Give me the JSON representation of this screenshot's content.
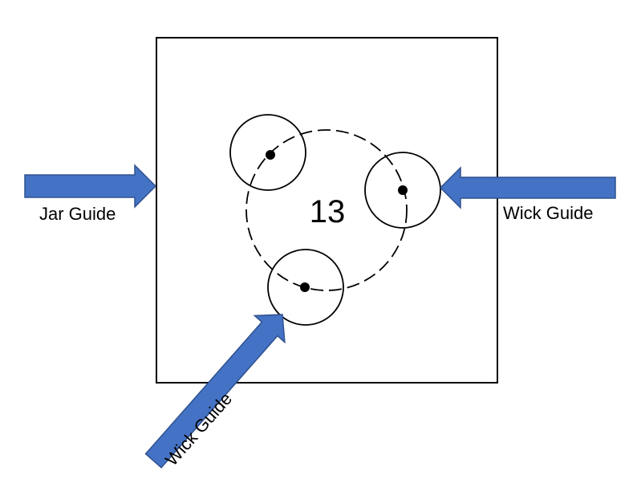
{
  "diagram": {
    "center_number": "13",
    "labels": {
      "jar_guide": "Jar Guide",
      "wick_guide_right": "Wick Guide",
      "wick_guide_bottom": "Wick Guide"
    },
    "colors": {
      "arrow_fill": "#4472c4",
      "arrow_stroke": "#2f528f",
      "line": "#000000",
      "background": "#ffffff"
    },
    "wick_hole_count": 3,
    "arrows": [
      "right",
      "left",
      "up-right"
    ]
  }
}
